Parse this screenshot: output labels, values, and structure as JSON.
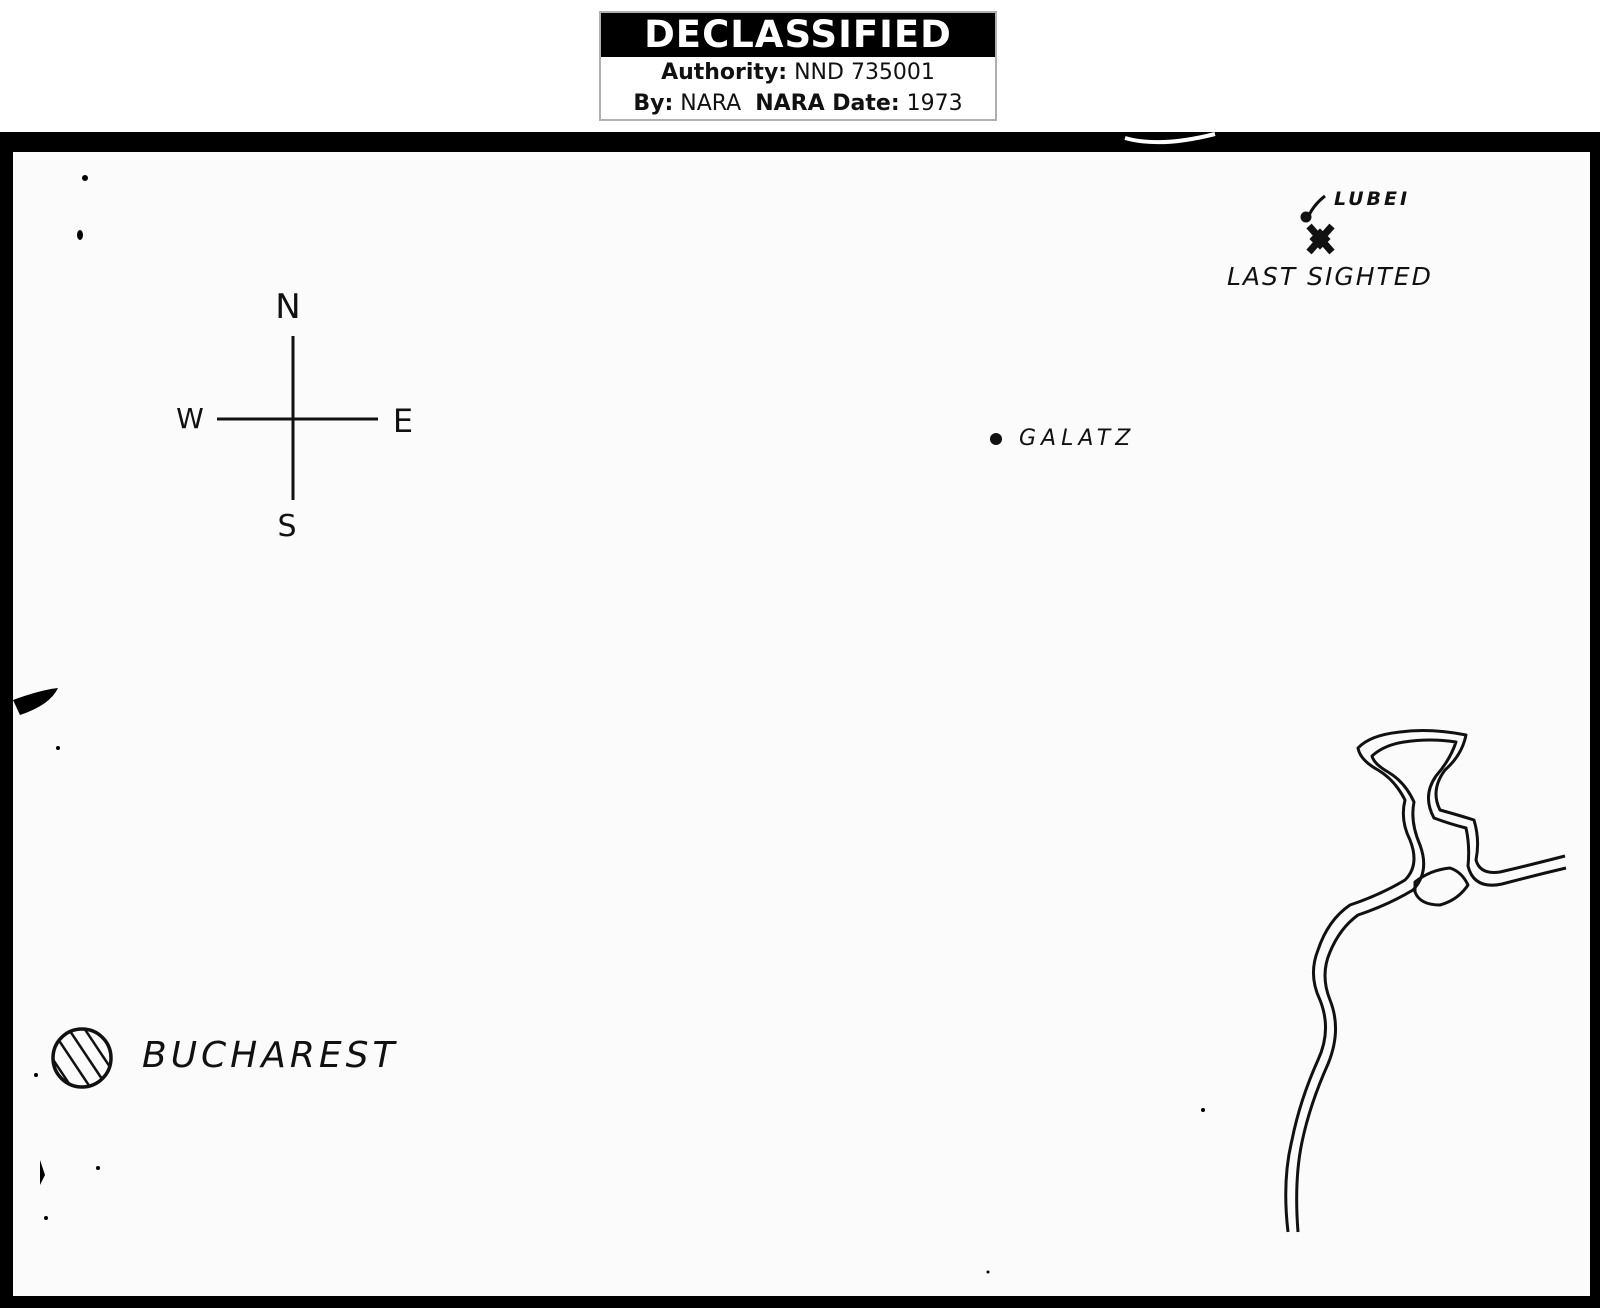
{
  "stamp": {
    "title": "DECLASSIFIED",
    "authority_label": "Authority:",
    "authority_value": "NND 735001",
    "by_label": "By:",
    "by_value": "NARA",
    "date_label": "NARA Date:",
    "date_value": "1973"
  },
  "compass": {
    "north": "N",
    "south": "S",
    "east": "E",
    "west": "W"
  },
  "places": {
    "lubei": "LUBEI",
    "last_sighted": "LAST SIGHTED",
    "galatz": "GALATZ",
    "bucharest": "BUCHAREST"
  },
  "colors": {
    "ink": "#111111",
    "paper": "#fbfbfb",
    "frame": "#000000"
  }
}
